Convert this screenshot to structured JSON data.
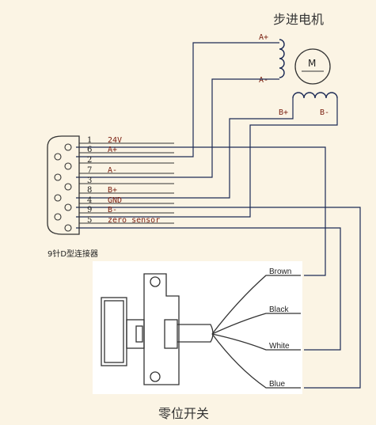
{
  "motor": {
    "title": "步进电机",
    "m_letter": "M"
  },
  "coil_labels": {
    "a_plus": "A+",
    "a_minus": "A-",
    "b_plus": "B+",
    "b_minus": "B-"
  },
  "connector": {
    "caption": "9针D型连接器",
    "pins": [
      {
        "no": "1",
        "signal": "24V"
      },
      {
        "no": "6",
        "signal": "A+"
      },
      {
        "no": "2",
        "signal": ""
      },
      {
        "no": "7",
        "signal": "A-"
      },
      {
        "no": "3",
        "signal": ""
      },
      {
        "no": "8",
        "signal": "B+"
      },
      {
        "no": "4",
        "signal": "GND"
      },
      {
        "no": "9",
        "signal": "B-"
      },
      {
        "no": "5",
        "signal": "zero sensor"
      }
    ]
  },
  "sensor": {
    "title": "零位开关",
    "wires": [
      "Brown",
      "Black",
      "White",
      "Blue"
    ]
  },
  "colors": {
    "wire": "#1c2a55",
    "label": "#7a1f10",
    "background": "#fbf4e4"
  }
}
